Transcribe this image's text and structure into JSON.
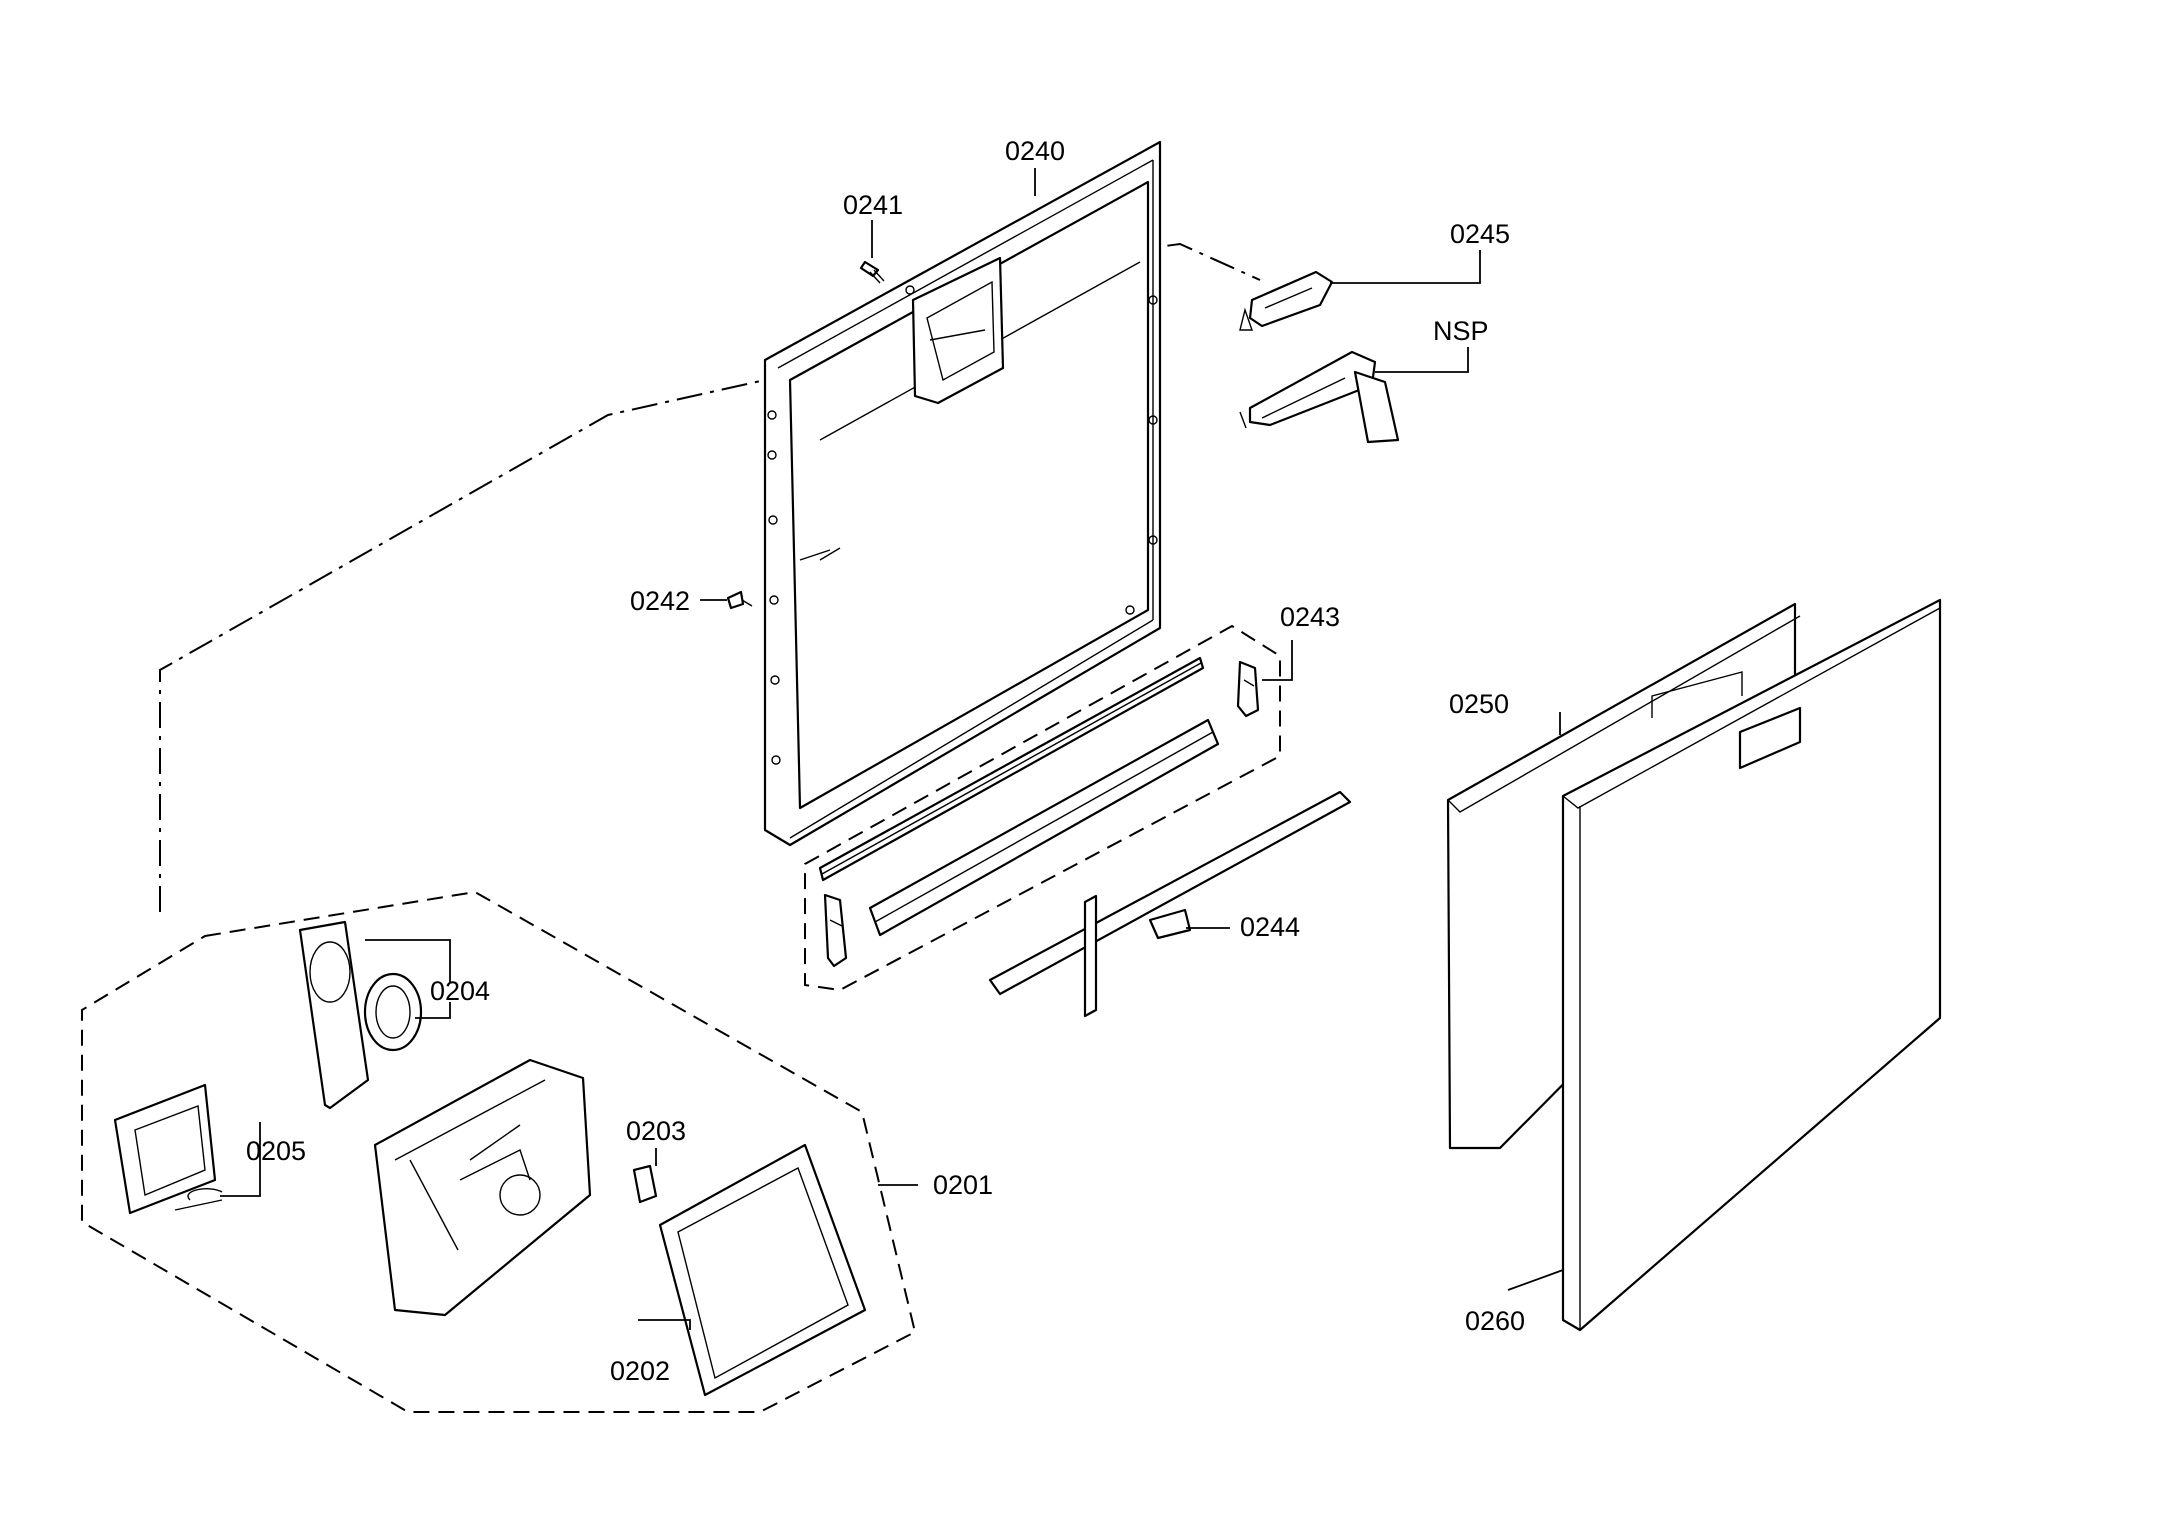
{
  "callouts": {
    "p0240": "0240",
    "p0241": "0241",
    "p0245": "0245",
    "nsp": "NSP",
    "p0242": "0242",
    "p0243": "0243",
    "p0250": "0250",
    "p0204": "0204",
    "p0244": "0244",
    "p0205": "0205",
    "p0203": "0203",
    "p0201": "0201",
    "p0202": "0202",
    "p0260": "0260"
  }
}
